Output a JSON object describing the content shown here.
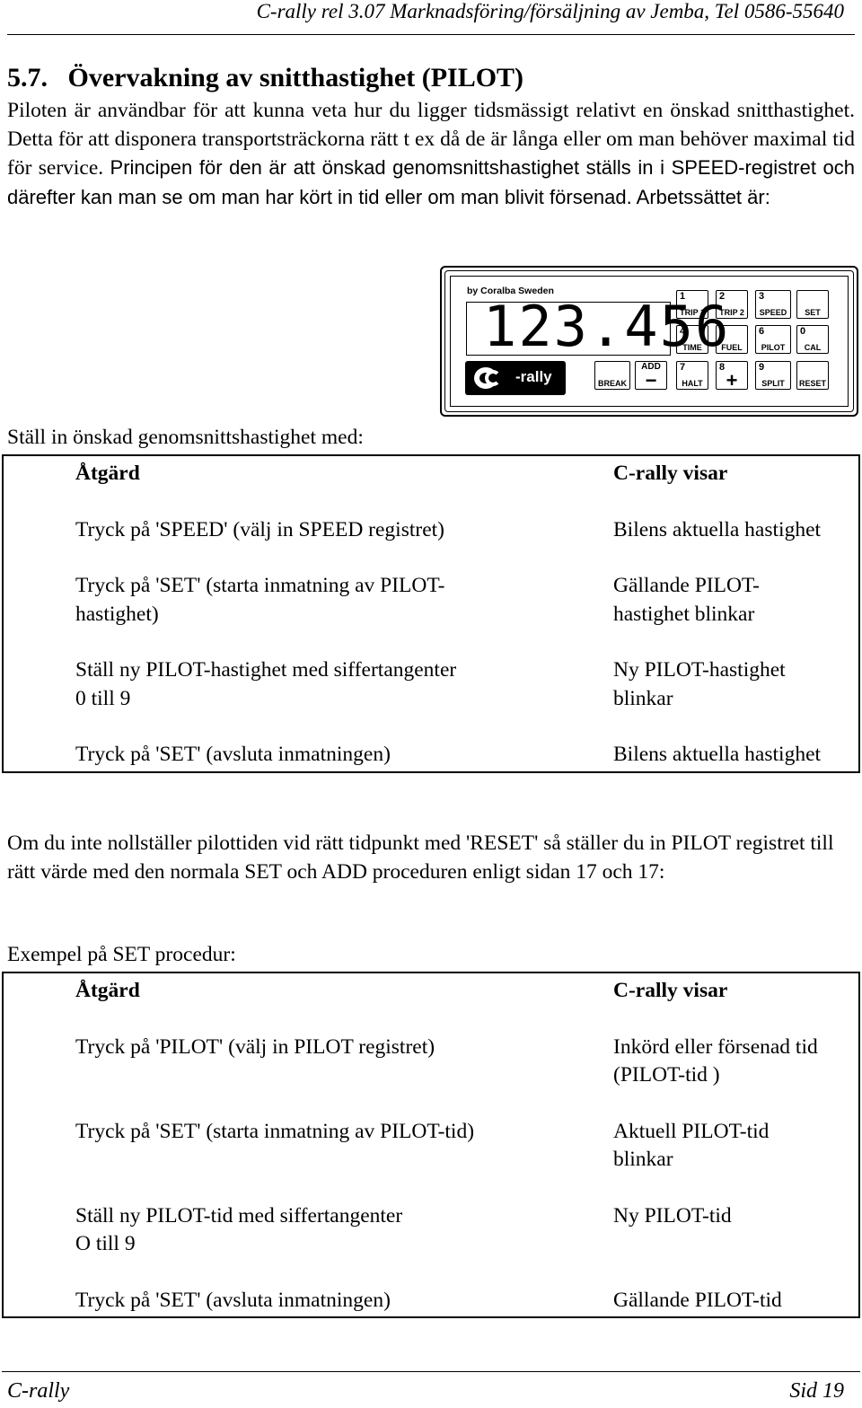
{
  "header": "C-rally rel 3.07 Marknadsföring/försäljning av Jemba, Tel 0586-55640",
  "section": {
    "number": "5.7.",
    "title": "Övervakning av snitthastighet (PILOT)"
  },
  "intro_serif": "Piloten är användbar för att kunna veta hur du ligger tidsmässigt relativt en önskad snitthastighet. Detta för att disponera transportsträckorna rätt t ex då de är långa eller om man behöver maximal tid för service.",
  "intro_sans": "Principen för den är att önskad genomsnittshastighet ställs in i SPEED-registret och därefter kan man se om man har kört in tid eller om man blivit försenad. Arbetssättet är:",
  "device": {
    "byline": "by Coralba Sweden",
    "display": "123.456",
    "logo": "-rally",
    "break_label": "BREAK",
    "add_label": "ADD",
    "minus": "−",
    "plus": "+",
    "keys": [
      {
        "num": "1",
        "label": "TRIP 1"
      },
      {
        "num": "2",
        "label": "TRIP 2"
      },
      {
        "num": "3",
        "label": "SPEED"
      },
      {
        "num": "",
        "label": "SET"
      },
      {
        "num": "4",
        "label": "TIME"
      },
      {
        "num": "5",
        "label": "FUEL"
      },
      {
        "num": "6",
        "label": "PILOT"
      },
      {
        "num": "0",
        "label": "CAL"
      },
      {
        "num": "7",
        "label": "HALT"
      },
      {
        "num": "8",
        "label": ""
      },
      {
        "num": "9",
        "label": "SPLIT"
      },
      {
        "num": "",
        "label": "RESET"
      }
    ]
  },
  "table1": {
    "intro": "Ställ in önskad genomsnittshastighet med:",
    "head_action": "Åtgärd",
    "head_display": "C-rally visar",
    "rows": [
      {
        "action": "Tryck på 'SPEED' (välj in SPEED registret)",
        "display": "Bilens aktuella hastighet"
      },
      {
        "action": "Tryck på 'SET' (starta inmatning av PILOT-\nhastighet)",
        "display": "Gällande PILOT-\nhastighet blinkar"
      },
      {
        "action": "Ställ ny PILOT-hastighet med siffertangenter\n0 till 9",
        "display": "Ny PILOT-hastighet\nblinkar"
      },
      {
        "action": "Tryck på 'SET' (avsluta inmatningen)",
        "display": "Bilens aktuella hastighet"
      }
    ]
  },
  "paragraph2": "Om du inte nollställer pilottiden vid rätt tidpunkt med 'RESET' så ställer du in PILOT registret till rätt värde med den normala SET och ADD proceduren enligt sidan 17 och 17:",
  "table2": {
    "intro": "Exempel på SET procedur:",
    "head_action": "Åtgärd",
    "head_display": "C-rally visar",
    "rows": [
      {
        "action": "Tryck på 'PILOT' (välj in PILOT registret)",
        "display": "Inkörd eller försenad tid\n(PILOT-tid )"
      },
      {
        "action": "Tryck på 'SET' (starta inmatning av PILOT-tid)",
        "display": "Aktuell PILOT-tid\nblinkar"
      },
      {
        "action": "Ställ ny PILOT-tid med siffertangenter\nO till 9",
        "display": "Ny PILOT-tid"
      },
      {
        "action": "Tryck på 'SET' (avsluta inmatningen)",
        "display": "Gällande PILOT-tid"
      }
    ]
  },
  "footer": {
    "left": "C-rally",
    "right": "Sid 19"
  }
}
